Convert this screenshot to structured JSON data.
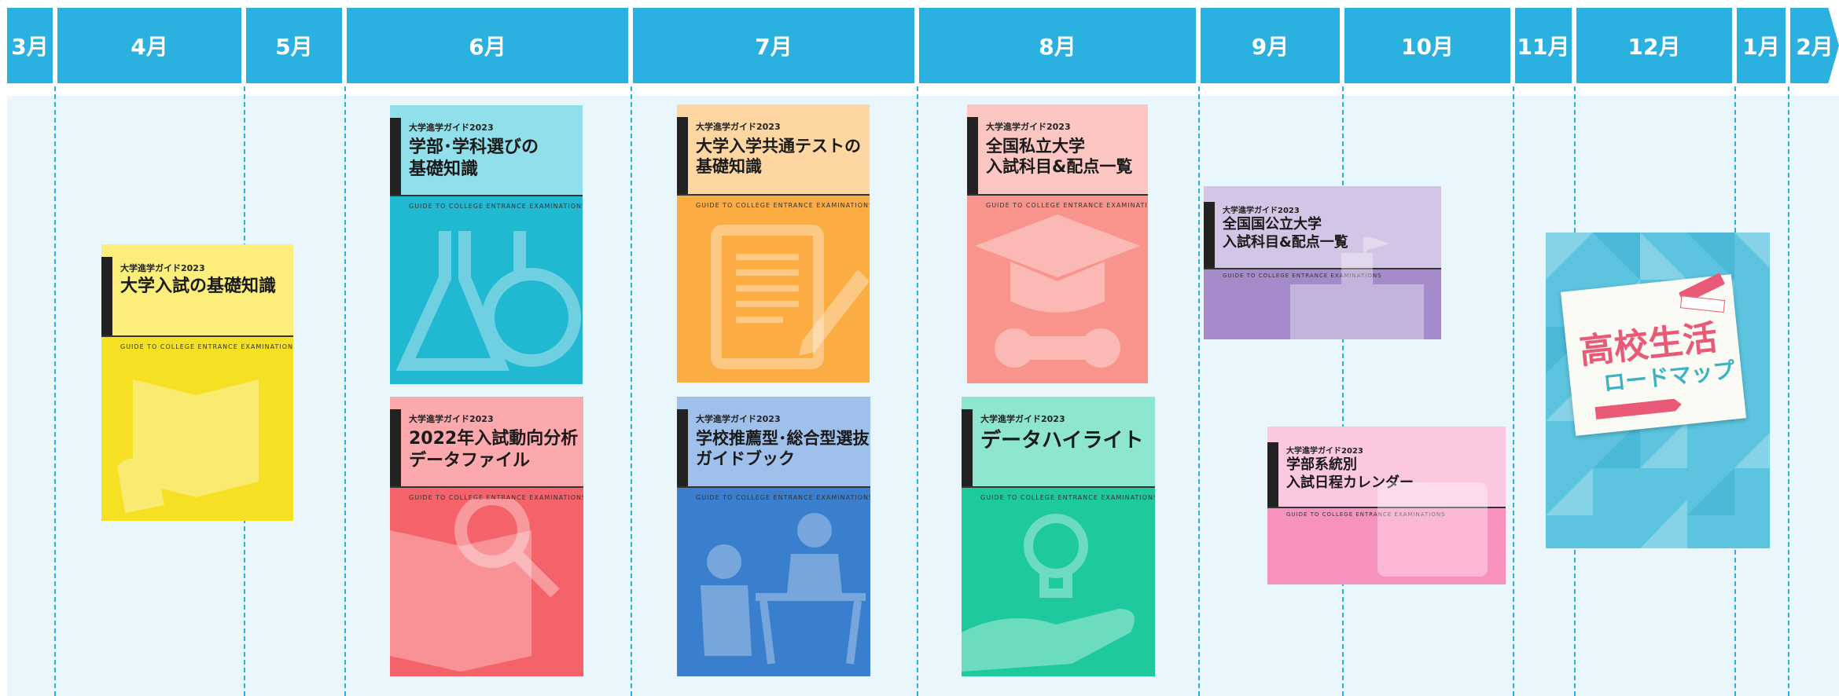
{
  "months": [
    "3月",
    "4月",
    "5月",
    "6月",
    "7月",
    "8月",
    "9月",
    "10月",
    "11月",
    "12月",
    "1月",
    "2月"
  ],
  "colors": {
    "header": "#2bb1df",
    "board": "#e9f6fb",
    "divider": "#2bb1df"
  },
  "books": [
    {
      "series": "大学進学ガイド2023",
      "title": [
        "大学入試の基礎知識"
      ],
      "sub": "GUIDE TO COLLEGE ENTRANCE EXAMINATIONS",
      "color": "#f6e024",
      "band": "#fbee7a",
      "icon": "open-book-icon"
    },
    {
      "series": "大学進学ガイド2023",
      "title": [
        "学部･学科選びの",
        "基礎知識"
      ],
      "sub": "GUIDE TO COLLEGE ENTRANCE EXAMINATIONS",
      "color": "#21b8d2",
      "band": "#91dfea",
      "icon": "flask-icon"
    },
    {
      "series": "大学進学ガイド2023",
      "title": [
        "2022年入試動向分析",
        "データファイル"
      ],
      "sub": "GUIDE TO COLLEGE ENTRANCE EXAMINATIONS",
      "color": "#f5636a",
      "band": "#fba9ad",
      "icon": "magnifier-book-icon"
    },
    {
      "series": "大学進学ガイド2023",
      "title": [
        "大学入学共通テストの",
        "基礎知識"
      ],
      "sub": "GUIDE TO COLLEGE ENTRANCE EXAMINATIONS",
      "color": "#fbac42",
      "band": "#fdd6a2",
      "icon": "document-pen-icon"
    },
    {
      "series": "大学進学ガイド2023",
      "title": [
        "学校推薦型･総合型選抜",
        "ガイドブック"
      ],
      "sub": "GUIDE TO COLLEGE ENTRANCE EXAMINATIONS",
      "color": "#3a7fce",
      "band": "#9fc0ea",
      "icon": "interview-icon"
    },
    {
      "series": "大学進学ガイド2023",
      "title": [
        "全国私立大学",
        "入試科目&配点一覧"
      ],
      "sub": "GUIDE TO COLLEGE ENTRANCE EXAMINATIONS",
      "color": "#f9948d",
      "band": "#fcc6c2",
      "icon": "graduation-cap-icon"
    },
    {
      "series": "大学進学ガイド2023",
      "title": [
        "データハイライト"
      ],
      "sub": "GUIDE TO COLLEGE ENTRANCE EXAMINATIONS",
      "color": "#1ec99d",
      "band": "#8fe6cf",
      "icon": "lightbulb-hand-icon"
    },
    {
      "series": "大学進学ガイド2023",
      "title": [
        "全国国公立大学",
        "入試科目&配点一覧"
      ],
      "sub": "GUIDE TO COLLEGE ENTRANCE EXAMINATIONS",
      "color": "#a58bca",
      "band": "#d3c5e6",
      "icon": "school-building-icon"
    },
    {
      "series": "大学進学ガイド2023",
      "title": [
        "学部系統別",
        "入試日程カレンダー"
      ],
      "sub": "GUIDE TO COLLEGE ENTRANCE EXAMINATIONS",
      "color": "#f792be",
      "band": "#fbc8df",
      "icon": "calendar-icon"
    }
  ],
  "roadmap": {
    "title1": "高校生活",
    "title2": "ロードマップ",
    "color": "#5cc4de",
    "accent": "#e95a76"
  }
}
